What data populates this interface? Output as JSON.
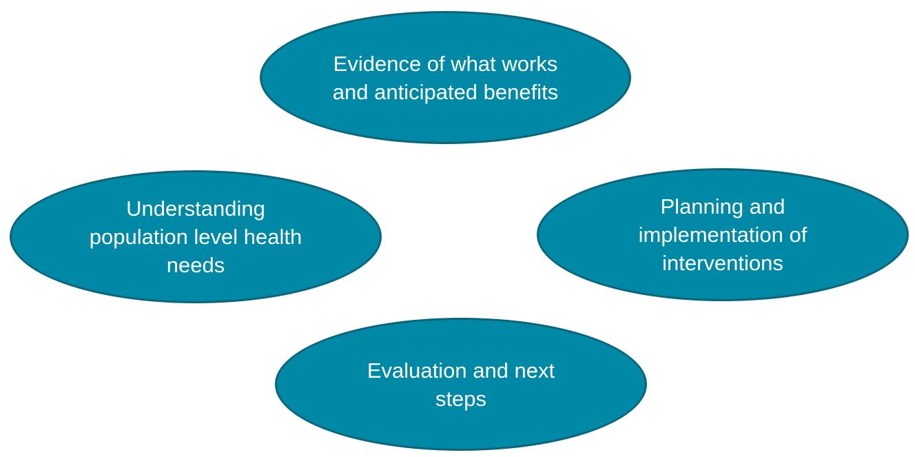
{
  "theme": {
    "node_fill": "#0089a6",
    "node_border": "#0b6478",
    "text_color": "#ffffff"
  },
  "nodes": {
    "evidence": {
      "label": "Evidence of what works\nand anticipated benefits"
    },
    "understanding": {
      "label": "Understanding\npopulation level health\nneeds"
    },
    "planning": {
      "label": "Planning and\nimplementation of\ninterventions"
    },
    "evaluation": {
      "label": "Evaluation and next\nsteps"
    }
  }
}
